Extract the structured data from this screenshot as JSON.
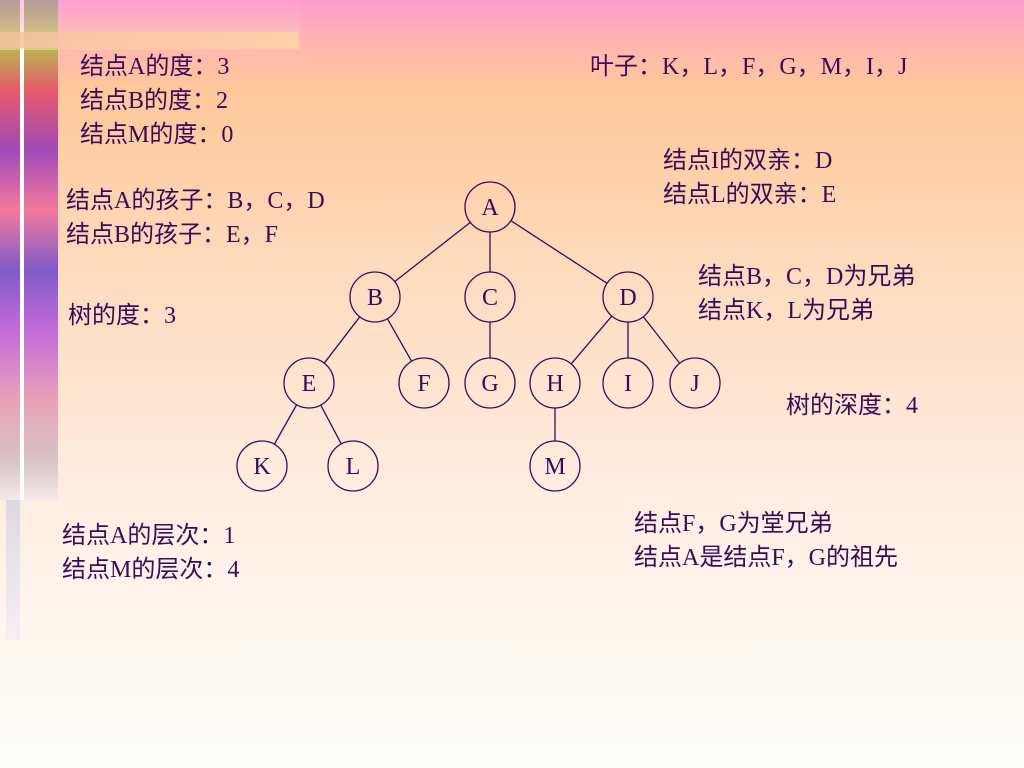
{
  "texts": {
    "degree_a": "结点A的度：3",
    "degree_b": "结点B的度：2",
    "degree_m": "结点M的度：0",
    "leaves": "叶子：K，L，F，G，M，I，J",
    "parent_i": "结点I的双亲：D",
    "parent_l": "结点L的双亲：E",
    "children_a": "结点A的孩子：B，C，D",
    "children_b": "结点B的孩子：E，F",
    "siblings_bcd": "结点B，C，D为兄弟",
    "siblings_kl": "结点K，L为兄弟",
    "tree_degree": "树的度：3",
    "tree_depth": "树的深度：4",
    "level_a": "结点A的层次：1",
    "level_m": "结点M的层次：4",
    "cousins_fg": "结点F，G为堂兄弟",
    "ancestor": "结点A是结点F，G的祖先"
  },
  "tree": {
    "node_color": "#3a0a5a",
    "nodes": [
      "A",
      "B",
      "C",
      "D",
      "E",
      "F",
      "G",
      "H",
      "I",
      "J",
      "K",
      "L",
      "M"
    ],
    "edges": [
      [
        "A",
        "B"
      ],
      [
        "A",
        "C"
      ],
      [
        "A",
        "D"
      ],
      [
        "B",
        "E"
      ],
      [
        "B",
        "F"
      ],
      [
        "C",
        "G"
      ],
      [
        "D",
        "H"
      ],
      [
        "D",
        "I"
      ],
      [
        "D",
        "J"
      ],
      [
        "E",
        "K"
      ],
      [
        "E",
        "L"
      ],
      [
        "H",
        "M"
      ]
    ]
  }
}
